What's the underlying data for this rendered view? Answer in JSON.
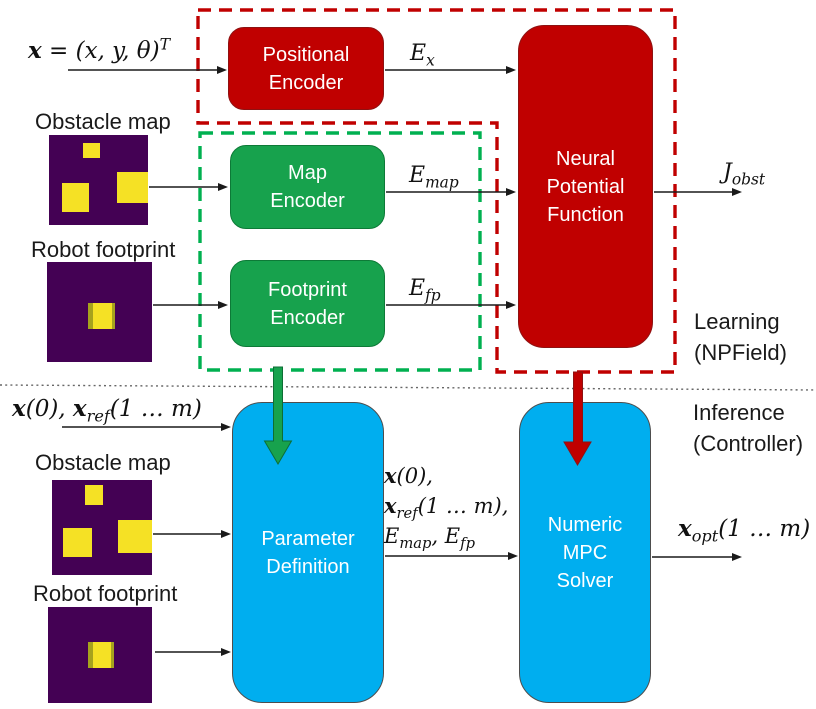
{
  "diagram_title": "NPField learning and inference architecture",
  "colors": {
    "block_red": "#C00000",
    "block_green": "#17A24D",
    "block_cyan": "#00AEEF",
    "dash_red": "#C00000",
    "dash_green": "#00B050",
    "map_purple": "#440154",
    "map_yellow": "#F5E125",
    "arrow_black": "#1a1a1a"
  },
  "blocks": {
    "positional_encoder": [
      "Positional",
      "Encoder"
    ],
    "map_encoder": [
      "Map",
      "Encoder"
    ],
    "footprint_encoder": [
      "Footprint",
      "Encoder"
    ],
    "neural_potential_function": [
      "Neural",
      "Potential",
      "Function"
    ],
    "parameter_definition": [
      "Parameter",
      "Definition"
    ],
    "numeric_mpc_solver": [
      "Numeric",
      "MPC",
      "Solver"
    ]
  },
  "labels": {
    "obstacle_map_top": "Obstacle map",
    "robot_footprint_top": "Robot footprint",
    "obstacle_map_bottom": "Obstacle map",
    "robot_footprint_bottom": "Robot footprint",
    "learning": [
      "Learning",
      "(NPField)"
    ],
    "inference": [
      "Inference",
      "(Controller)"
    ]
  },
  "math": {
    "state": {
      "x": "x",
      "rest": " = (x, y, θ)",
      "sup": "T"
    },
    "e_x": {
      "base": "E",
      "sub": "x"
    },
    "e_map": {
      "base": "E",
      "sub": "map"
    },
    "e_fp": {
      "base": "E",
      "sub": "fp"
    },
    "j_obst": {
      "base": "J",
      "sub": "obst"
    },
    "state_ref": {
      "x1": "x",
      "p1": "(0), ",
      "x2": "x",
      "sub": "ref",
      "p2": "(1 … m)"
    },
    "mpc_inputs": {
      "l1_x": "x",
      "l1_rest": "(0),",
      "l2_x": "x",
      "l2_sub": "ref",
      "l2_rest": "(1 … m),",
      "l3_e1": "E",
      "l3_s1": "map",
      "l3_sep": ", ",
      "l3_e2": "E",
      "l3_s2": "fp"
    },
    "x_opt": {
      "x": "x",
      "sub": "opt",
      "rest": "(1 … m)"
    }
  }
}
